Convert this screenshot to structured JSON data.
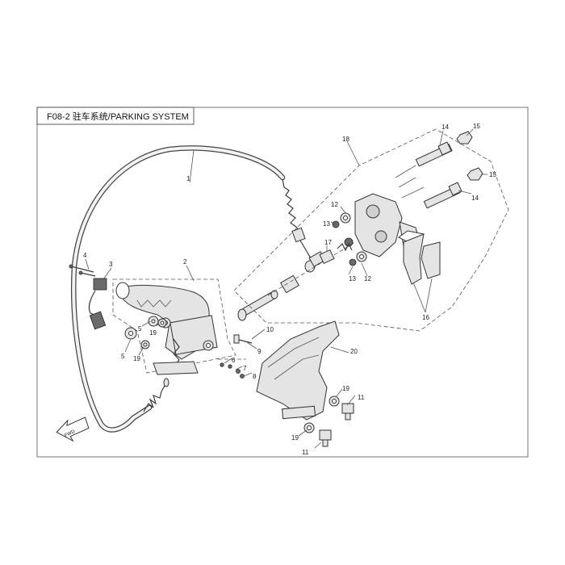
{
  "title": "F08-2 驻车系统/PARKING SYSTEM",
  "fwd_label": "FWD",
  "callouts": [
    {
      "id": "c1",
      "text": "1"
    },
    {
      "id": "c2",
      "text": "2"
    },
    {
      "id": "c3",
      "text": "3"
    },
    {
      "id": "c4",
      "text": "4"
    },
    {
      "id": "c5a",
      "text": "5"
    },
    {
      "id": "c5b",
      "text": "5"
    },
    {
      "id": "c6",
      "text": "6"
    },
    {
      "id": "c7",
      "text": "7"
    },
    {
      "id": "c8",
      "text": "8"
    },
    {
      "id": "c9",
      "text": "9"
    },
    {
      "id": "c10",
      "text": "10"
    },
    {
      "id": "c11a",
      "text": "11"
    },
    {
      "id": "c11b",
      "text": "11"
    },
    {
      "id": "c12a",
      "text": "12"
    },
    {
      "id": "c12b",
      "text": "12"
    },
    {
      "id": "c13a",
      "text": "13"
    },
    {
      "id": "c13b",
      "text": "13"
    },
    {
      "id": "c14a",
      "text": "14"
    },
    {
      "id": "c14b",
      "text": "14"
    },
    {
      "id": "c15a",
      "text": "15"
    },
    {
      "id": "c15b",
      "text": "15"
    },
    {
      "id": "c16",
      "text": "16"
    },
    {
      "id": "c17",
      "text": "17"
    },
    {
      "id": "c18",
      "text": "18"
    },
    {
      "id": "c19a",
      "text": "19"
    },
    {
      "id": "c19b",
      "text": "19"
    },
    {
      "id": "c19c",
      "text": "19"
    },
    {
      "id": "c19d",
      "text": "19"
    },
    {
      "id": "c20",
      "text": "20"
    }
  ]
}
